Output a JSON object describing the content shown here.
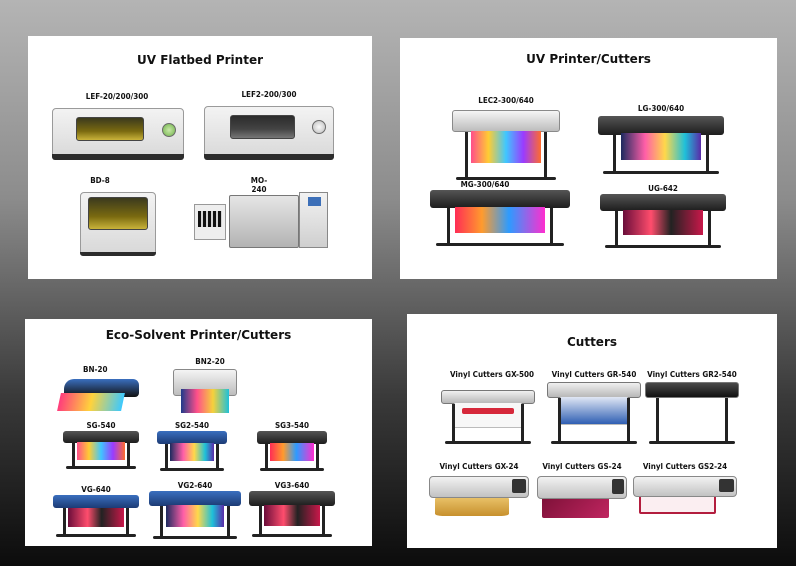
{
  "panels": {
    "uv_flatbed": {
      "title": "UV Flatbed Printer",
      "items": [
        "LEF-20/200/300",
        "LEF2-200/300",
        "BD-8",
        "MO-240"
      ]
    },
    "uv_printer_cutters": {
      "title": "UV Printer/Cutters",
      "items": [
        "LEC2-300/640",
        "LG-300/640",
        "MG-300/640",
        "UG-642"
      ]
    },
    "eco_solvent": {
      "title": "Eco-Solvent Printer/Cutters",
      "items": [
        "BN-20",
        "BN2-20",
        "SG-540",
        "SG2-540",
        "SG3-540",
        "VG-640",
        "VG2-640",
        "VG3-640"
      ]
    },
    "cutters": {
      "title": "Cutters",
      "items": [
        "Vinyl Cutters GX-500",
        "Vinyl Cutters GR-540",
        "Vinyl Cutters GR2-540",
        "Vinyl Cutters GX-24",
        "Vinyl Cutters GS-24",
        "Vinyl Cutters GS2-24"
      ]
    }
  },
  "colors": {
    "panel_bg": "#ffffff",
    "background_top": "#b4b4b4",
    "background_bottom": "#0c0c0c"
  }
}
